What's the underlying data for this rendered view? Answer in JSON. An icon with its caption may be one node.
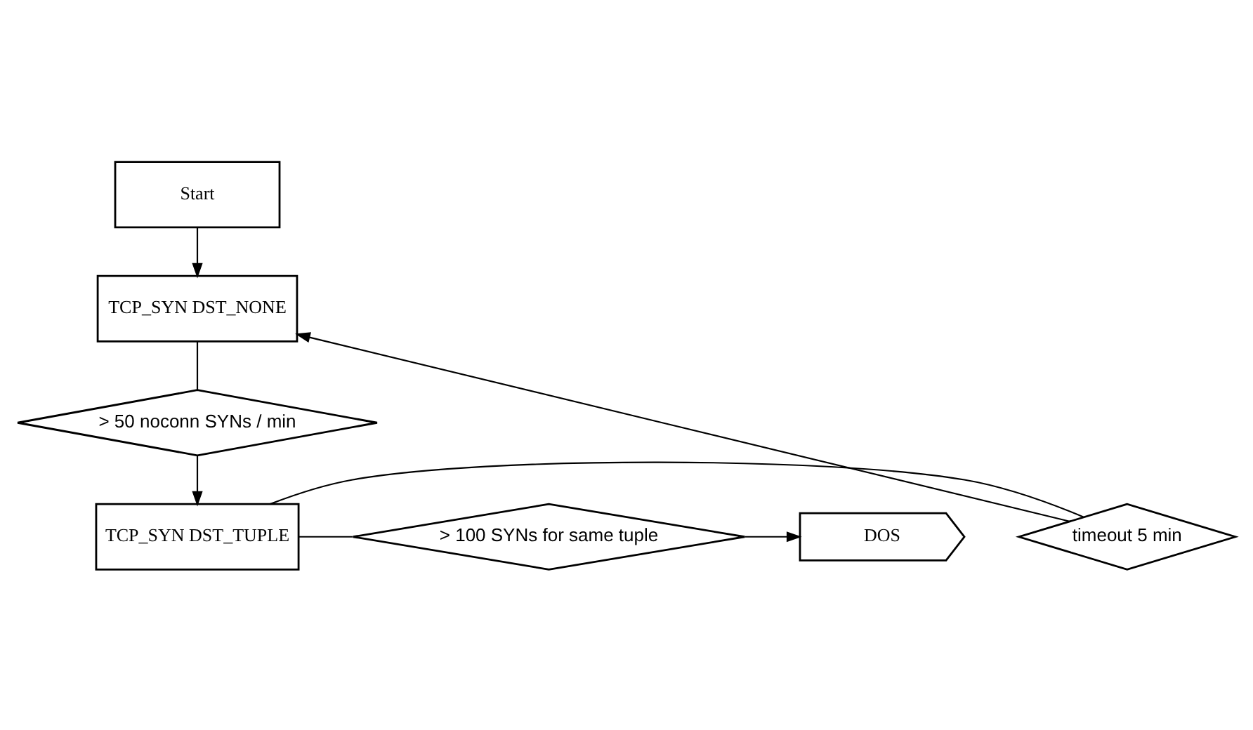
{
  "diagram": {
    "nodes": [
      {
        "text": [
          "Start"
        ]
      },
      {
        "text": [
          "TCP_SYN DST_NONE"
        ]
      },
      {
        "text": [
          "> 50 noconn SYNs / min"
        ]
      },
      {
        "text": [
          "TCP_SYN DST_TUPLE"
        ]
      },
      {
        "text": [
          "timeout 5 min"
        ]
      },
      {
        "text": [
          "> 100 SYNs for same tuple"
        ]
      },
      {
        "text": [
          "DOS"
        ]
      }
    ],
    "edges": [
      {
        "from": 0,
        "to": 1,
        "arrow": "to"
      },
      {
        "from": 1,
        "to": 2,
        "arrow": "none"
      },
      {
        "from": 2,
        "to": 3,
        "arrow": "to"
      },
      {
        "from": 3,
        "to": 4,
        "arrow": "none"
      },
      {
        "from": 4,
        "to": 1,
        "arrow": "to"
      },
      {
        "from": 3,
        "to": 5,
        "arrow": "none"
      },
      {
        "from": 5,
        "to": 6,
        "arrow": "to"
      }
    ]
  }
}
